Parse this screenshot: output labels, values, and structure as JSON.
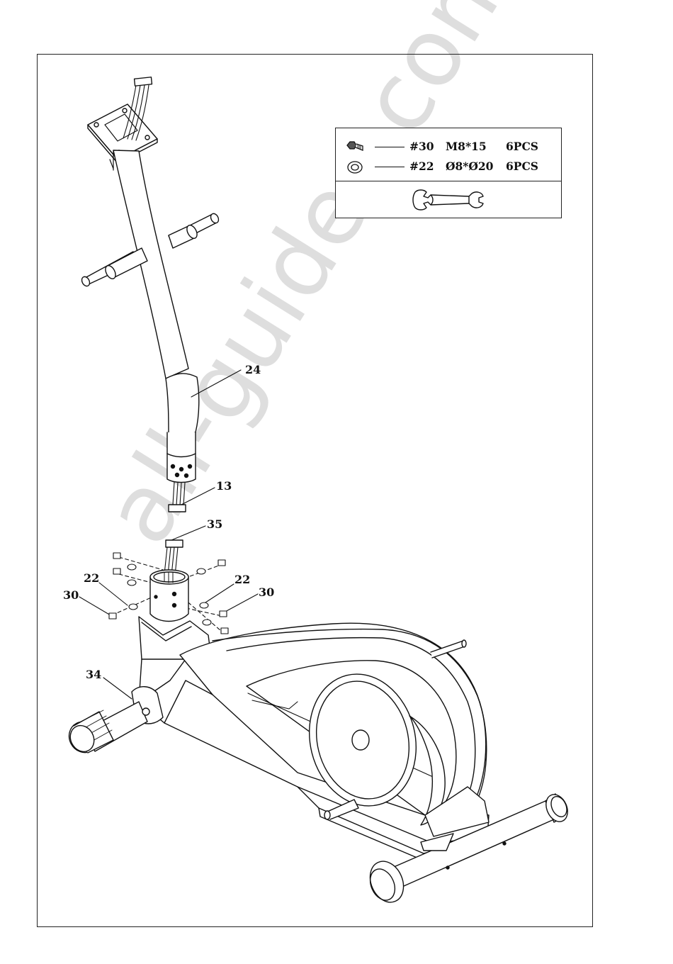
{
  "parts_list": {
    "rows": [
      {
        "icon": "bolt-icon",
        "number": "#30",
        "spec": "M8*15",
        "qty": "6PCS"
      },
      {
        "icon": "washer-icon",
        "number": "#22",
        "spec": "Ø8*Ø20",
        "qty": "6PCS"
      }
    ],
    "tool_icon": "wrench-icon"
  },
  "callouts": {
    "c24": "24",
    "c13": "13",
    "c35": "35",
    "c22_left": "22",
    "c22_right": "22",
    "c30_left": "30",
    "c30_right": "30",
    "c34": "34"
  },
  "watermark": "all-guides.com",
  "colors": {
    "line": "#111111",
    "watermark": "#d9d9d9"
  }
}
